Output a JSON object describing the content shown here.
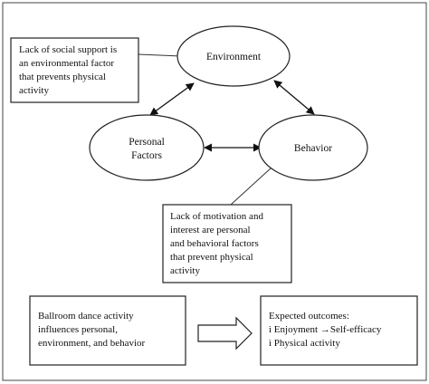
{
  "nodes": {
    "environment": "Environment",
    "personal_line1": "Personal",
    "personal_line2": "Factors",
    "behavior": "Behavior"
  },
  "callouts": {
    "social_support": [
      "Lack of social support is",
      "an environmental factor",
      "that prevents physical",
      "activity"
    ],
    "motivation": [
      "Lack of motivation and",
      "interest are personal",
      "and behavioral factors",
      "that prevent physical",
      "activity"
    ]
  },
  "intervention": [
    "Ballroom dance activity",
    "influences personal,",
    "environment, and behavior"
  ],
  "outcomes": {
    "heading": "Expected outcomes:",
    "line1_prefix": "ì Enjoyment ",
    "line1_arrow": "→",
    "line1_suffix": "Self-efficacy",
    "line2": "ì Physical activity"
  }
}
